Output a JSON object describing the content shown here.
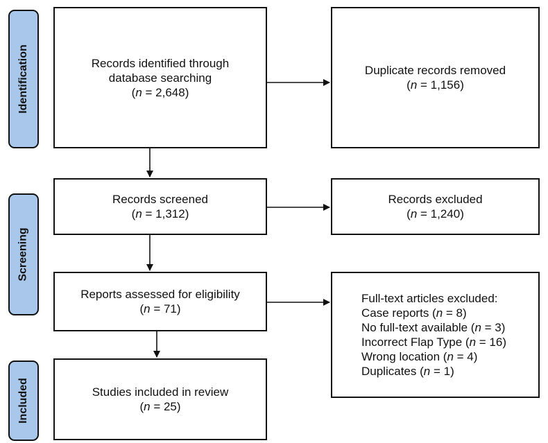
{
  "stages": {
    "identification": "Identification",
    "screening": "Screening",
    "included": "Included"
  },
  "boxes": {
    "identified": {
      "line1": "Records identified through",
      "line2": "database searching",
      "n_var": "n",
      "n_rest": " = 2,648)"
    },
    "duplicates": {
      "line1": "Duplicate records removed",
      "n_var": "n",
      "n_rest": " = 1,156)"
    },
    "screened": {
      "line1": "Records screened",
      "n_var": "n",
      "n_rest": " = 1,312)"
    },
    "excluded": {
      "line1": "Records excluded",
      "n_var": "n",
      "n_rest": " = 1,240)"
    },
    "eligibility": {
      "line1": "Reports assessed for eligibility",
      "n_var": "n",
      "n_rest": " = 71)"
    },
    "fulltext_excluded": {
      "title": "Full-text articles excluded:",
      "items": [
        {
          "label": "Case reports (",
          "n_var": "n",
          "rest": " = 8)"
        },
        {
          "label": "No full-text available (",
          "n_var": "n",
          "rest": " = 3)"
        },
        {
          "label": "Incorrect Flap Type (",
          "n_var": "n",
          "rest": " = 16)"
        },
        {
          "label": "Wrong location (",
          "n_var": "n",
          "rest": " = 4)"
        },
        {
          "label": "Duplicates (",
          "n_var": "n",
          "rest": " = 1)"
        }
      ]
    },
    "included": {
      "line1": "Studies included in review",
      "n_var": "n",
      "n_rest": " = 25)"
    }
  },
  "paren_open": "("
}
